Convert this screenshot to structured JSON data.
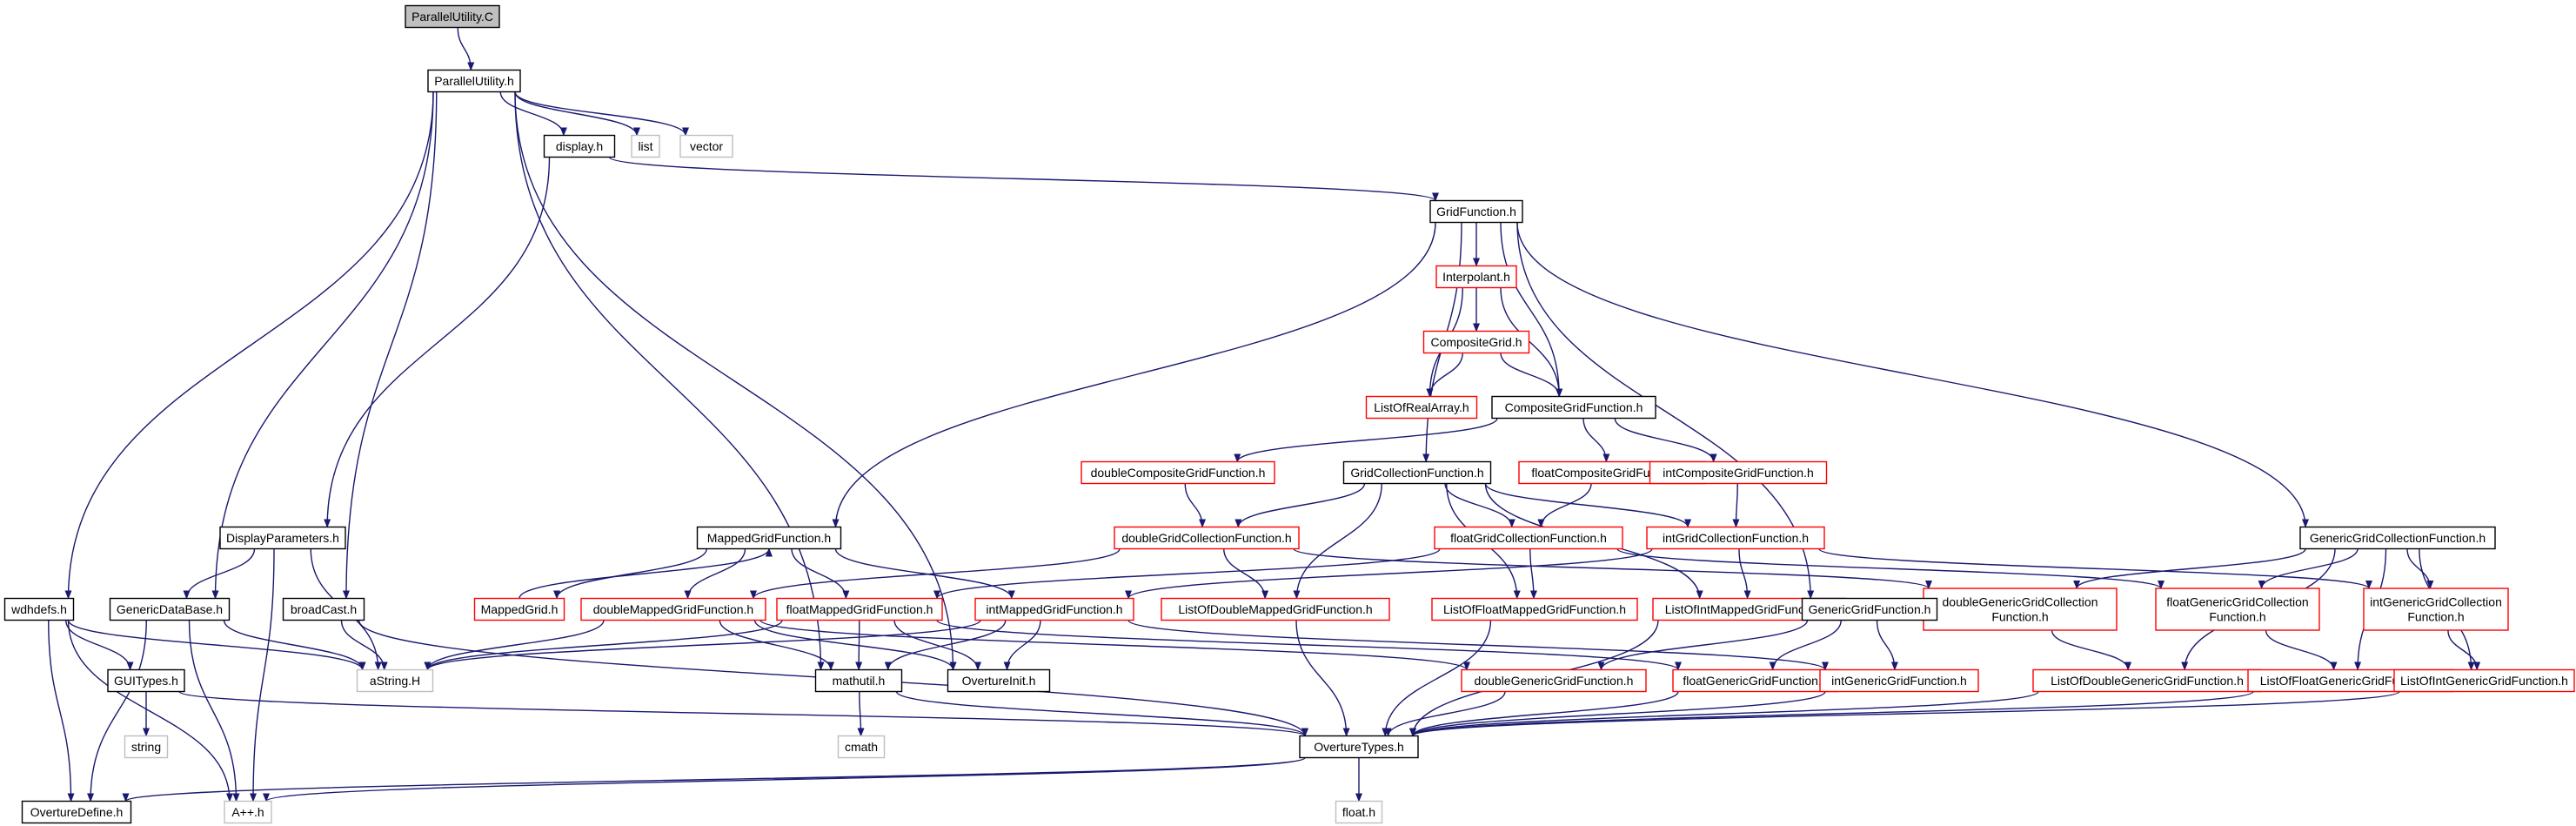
{
  "colors": {
    "edge": "#191970",
    "border_black": "#000000",
    "border_red": "#ff0000",
    "border_gray": "#bfbfbf",
    "fill_current": "#bfbfbf",
    "fill_default": "#ffffff"
  },
  "nodes": [
    {
      "id": "pu_c",
      "label": "ParallelUtility.C",
      "style": "current"
    },
    {
      "id": "pu_h",
      "label": "ParallelUtility.h",
      "style": "black"
    },
    {
      "id": "display",
      "label": "display.h",
      "style": "black"
    },
    {
      "id": "list",
      "label": "list",
      "style": "gray"
    },
    {
      "id": "vector",
      "label": "vector",
      "style": "gray"
    },
    {
      "id": "gridfunc",
      "label": "GridFunction.h",
      "style": "black"
    },
    {
      "id": "interpolant",
      "label": "Interpolant.h",
      "style": "red"
    },
    {
      "id": "compgrid",
      "label": "CompositeGrid.h",
      "style": "red"
    },
    {
      "id": "lorealarray",
      "label": "ListOfRealArray.h",
      "style": "red"
    },
    {
      "id": "compgridfunc",
      "label": "CompositeGridFunction.h",
      "style": "black"
    },
    {
      "id": "dblcompgf",
      "label": "doubleCompositeGridFunction.h",
      "style": "red"
    },
    {
      "id": "gridcollf",
      "label": "GridCollectionFunction.h",
      "style": "black"
    },
    {
      "id": "fltcompgf",
      "label": "floatCompositeGridFunction.h",
      "style": "red"
    },
    {
      "id": "intcompgf",
      "label": "intCompositeGridFunction.h",
      "style": "red"
    },
    {
      "id": "dispparams",
      "label": "DisplayParameters.h",
      "style": "black"
    },
    {
      "id": "mappedgf",
      "label": "MappedGridFunction.h",
      "style": "black"
    },
    {
      "id": "dblgridcollf",
      "label": "doubleGridCollectionFunction.h",
      "style": "red"
    },
    {
      "id": "fltgridcollf",
      "label": "floatGridCollectionFunction.h",
      "style": "red"
    },
    {
      "id": "intgridcollf",
      "label": "intGridCollectionFunction.h",
      "style": "red"
    },
    {
      "id": "gengcf",
      "label": "GenericGridCollectionFunction.h",
      "style": "black"
    },
    {
      "id": "wdhdefs",
      "label": "wdhdefs.h",
      "style": "black"
    },
    {
      "id": "gendb",
      "label": "GenericDataBase.h",
      "style": "black"
    },
    {
      "id": "broadcast",
      "label": "broadCast.h",
      "style": "black"
    },
    {
      "id": "mappedgrid",
      "label": "MappedGrid.h",
      "style": "red"
    },
    {
      "id": "dblmappedgf",
      "label": "doubleMappedGridFunction.h",
      "style": "red"
    },
    {
      "id": "fltmappedgf",
      "label": "floatMappedGridFunction.h",
      "style": "red"
    },
    {
      "id": "intmappedgf",
      "label": "intMappedGridFunction.h",
      "style": "red"
    },
    {
      "id": "lodblmappedgf",
      "label": "ListOfDoubleMappedGridFunction.h",
      "style": "red"
    },
    {
      "id": "lofltmappedgf",
      "label": "ListOfFloatMappedGridFunction.h",
      "style": "red"
    },
    {
      "id": "lointmappedgf",
      "label": "ListOfIntMappedGridFunction.h",
      "style": "red"
    },
    {
      "id": "dblgengcf",
      "label": [
        "doubleGenericGridCollection",
        "Function.h"
      ],
      "style": "red"
    },
    {
      "id": "fltgengcf",
      "label": [
        "floatGenericGridCollection",
        "Function.h"
      ],
      "style": "red"
    },
    {
      "id": "intgengcf",
      "label": [
        "intGenericGridCollection",
        "Function.h"
      ],
      "style": "red"
    },
    {
      "id": "gengf",
      "label": "GenericGridFunction.h",
      "style": "black"
    },
    {
      "id": "guitypes",
      "label": "GUITypes.h",
      "style": "black"
    },
    {
      "id": "astring",
      "label": "aString.H",
      "style": "gray"
    },
    {
      "id": "mathutil",
      "label": "mathutil.h",
      "style": "black"
    },
    {
      "id": "overtureinit",
      "label": "OvertureInit.h",
      "style": "black"
    },
    {
      "id": "dblgengf",
      "label": "doubleGenericGridFunction.h",
      "style": "red"
    },
    {
      "id": "fltgengf",
      "label": "floatGenericGridFunction.h",
      "style": "red"
    },
    {
      "id": "intgengf",
      "label": "intGenericGridFunction.h",
      "style": "red"
    },
    {
      "id": "lodblgengf",
      "label": "ListOfDoubleGenericGridFunction.h",
      "style": "red"
    },
    {
      "id": "lofltgengf",
      "label": "ListOfFloatGenericGridFunction.h",
      "style": "red"
    },
    {
      "id": "lointgengf",
      "label": "ListOfIntGenericGridFunction.h",
      "style": "red"
    },
    {
      "id": "string",
      "label": "string",
      "style": "gray"
    },
    {
      "id": "cmath",
      "label": "cmath",
      "style": "gray"
    },
    {
      "id": "overturetypes",
      "label": "OvertureTypes.h",
      "style": "black"
    },
    {
      "id": "overturedefine",
      "label": "OvertureDefine.h",
      "style": "black"
    },
    {
      "id": "app",
      "label": "A++.h",
      "style": "gray"
    },
    {
      "id": "floath",
      "label": "float.h",
      "style": "gray"
    }
  ],
  "edges": [
    [
      "pu_c",
      "pu_h"
    ],
    [
      "pu_h",
      "display"
    ],
    [
      "pu_h",
      "list"
    ],
    [
      "pu_h",
      "vector"
    ],
    [
      "pu_h",
      "wdhdefs"
    ],
    [
      "pu_h",
      "gendb"
    ],
    [
      "pu_h",
      "broadcast"
    ],
    [
      "pu_h",
      "mathutil"
    ],
    [
      "pu_h",
      "overtureinit"
    ],
    [
      "display",
      "gridfunc"
    ],
    [
      "display",
      "dispparams"
    ],
    [
      "gridfunc",
      "interpolant"
    ],
    [
      "gridfunc",
      "compgridfunc"
    ],
    [
      "gridfunc",
      "mappedgf"
    ],
    [
      "gridfunc",
      "gridcollf"
    ],
    [
      "gridfunc",
      "gengf"
    ],
    [
      "gridfunc",
      "gengcf"
    ],
    [
      "interpolant",
      "compgrid"
    ],
    [
      "interpolant",
      "lorealarray"
    ],
    [
      "interpolant",
      "compgridfunc"
    ],
    [
      "compgrid",
      "lorealarray"
    ],
    [
      "compgrid",
      "compgridfunc"
    ],
    [
      "compgridfunc",
      "dblcompgf"
    ],
    [
      "compgridfunc",
      "fltcompgf"
    ],
    [
      "compgridfunc",
      "intcompgf"
    ],
    [
      "dblcompgf",
      "dblgridcollf"
    ],
    [
      "fltcompgf",
      "fltgridcollf"
    ],
    [
      "intcompgf",
      "intgridcollf"
    ],
    [
      "gridcollf",
      "dblgridcollf"
    ],
    [
      "gridcollf",
      "fltgridcollf"
    ],
    [
      "gridcollf",
      "intgridcollf"
    ],
    [
      "gridcollf",
      "lodblmappedgf"
    ],
    [
      "gridcollf",
      "lofltmappedgf"
    ],
    [
      "gridcollf",
      "lointmappedgf"
    ],
    [
      "dblgridcollf",
      "dblmappedgf"
    ],
    [
      "dblgridcollf",
      "dblgengcf"
    ],
    [
      "dblgridcollf",
      "lodblmappedgf"
    ],
    [
      "fltgridcollf",
      "fltmappedgf"
    ],
    [
      "fltgridcollf",
      "fltgengcf"
    ],
    [
      "fltgridcollf",
      "lofltmappedgf"
    ],
    [
      "intgridcollf",
      "intmappedgf"
    ],
    [
      "intgridcollf",
      "intgengcf"
    ],
    [
      "intgridcollf",
      "lointmappedgf"
    ],
    [
      "mappedgf",
      "mappedgrid"
    ],
    [
      "mappedgrid",
      "mappedgf"
    ],
    [
      "mappedgf",
      "dblmappedgf"
    ],
    [
      "mappedgf",
      "fltmappedgf"
    ],
    [
      "mappedgf",
      "intmappedgf"
    ],
    [
      "dispparams",
      "gendb"
    ],
    [
      "dispparams",
      "astring"
    ],
    [
      "dispparams",
      "app"
    ],
    [
      "wdhdefs",
      "astring"
    ],
    [
      "wdhdefs",
      "guitypes"
    ],
    [
      "wdhdefs",
      "overturedefine"
    ],
    [
      "wdhdefs",
      "app"
    ],
    [
      "gendb",
      "astring"
    ],
    [
      "gendb",
      "overturedefine"
    ],
    [
      "gendb",
      "app"
    ],
    [
      "broadcast",
      "astring"
    ],
    [
      "broadcast",
      "overturetypes"
    ],
    [
      "dblmappedgf",
      "astring"
    ],
    [
      "dblmappedgf",
      "mathutil"
    ],
    [
      "dblmappedgf",
      "overtureinit"
    ],
    [
      "dblmappedgf",
      "dblgengf"
    ],
    [
      "fltmappedgf",
      "astring"
    ],
    [
      "fltmappedgf",
      "mathutil"
    ],
    [
      "fltmappedgf",
      "overtureinit"
    ],
    [
      "fltmappedgf",
      "fltgengf"
    ],
    [
      "intmappedgf",
      "astring"
    ],
    [
      "intmappedgf",
      "mathutil"
    ],
    [
      "intmappedgf",
      "overtureinit"
    ],
    [
      "intmappedgf",
      "intgengf"
    ],
    [
      "lodblmappedgf",
      "overturetypes"
    ],
    [
      "lofltmappedgf",
      "overturetypes"
    ],
    [
      "lointmappedgf",
      "overturetypes"
    ],
    [
      "gengf",
      "dblgengf"
    ],
    [
      "gengf",
      "fltgengf"
    ],
    [
      "gengf",
      "intgengf"
    ],
    [
      "gengcf",
      "dblgengcf"
    ],
    [
      "gengcf",
      "fltgengcf"
    ],
    [
      "gengcf",
      "intgengcf"
    ],
    [
      "gengcf",
      "lodblgengf"
    ],
    [
      "gengcf",
      "lofltgengf"
    ],
    [
      "gengcf",
      "lointgengf"
    ],
    [
      "dblgengcf",
      "lodblgengf"
    ],
    [
      "fltgengcf",
      "lofltgengf"
    ],
    [
      "intgengcf",
      "lointgengf"
    ],
    [
      "guitypes",
      "string"
    ],
    [
      "guitypes",
      "overturetypes"
    ],
    [
      "mathutil",
      "cmath"
    ],
    [
      "mathutil",
      "overturetypes"
    ],
    [
      "dblgengf",
      "overturetypes"
    ],
    [
      "fltgengf",
      "overturetypes"
    ],
    [
      "intgengf",
      "overturetypes"
    ],
    [
      "lodblgengf",
      "overturetypes"
    ],
    [
      "lofltgengf",
      "overturetypes"
    ],
    [
      "lointgengf",
      "overturetypes"
    ],
    [
      "overturetypes",
      "overturedefine"
    ],
    [
      "overturetypes",
      "app"
    ],
    [
      "overturetypes",
      "floath"
    ]
  ]
}
